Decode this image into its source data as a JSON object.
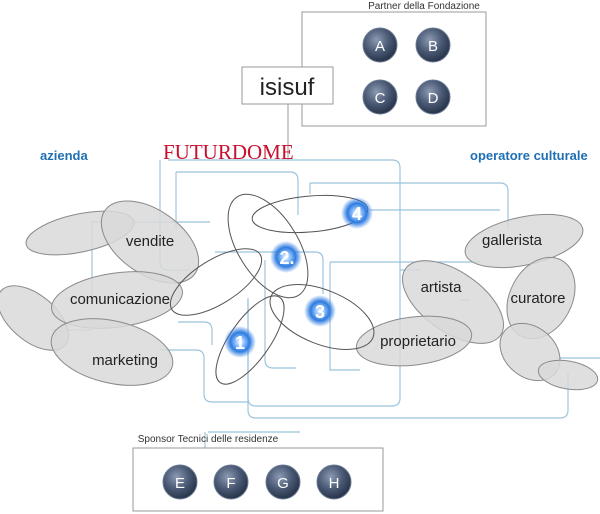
{
  "partners": {
    "title": "Partner della Fondazione",
    "circles": [
      "A",
      "B",
      "C",
      "D"
    ]
  },
  "isisuf": {
    "label": "isisuf"
  },
  "futurdome": {
    "label": "FUTURDOME",
    "color": "#c8102e"
  },
  "azienda": {
    "label": "azienda",
    "color": "#1f6fb5"
  },
  "operatore": {
    "label": "operatore culturale",
    "color": "#1f6fb5"
  },
  "azienda_items": [
    "vendite",
    "comunicazione",
    "marketing"
  ],
  "operatore_items": [
    "gallerista",
    "artista",
    "curatore",
    "proprietario"
  ],
  "phases": [
    "1",
    "2.",
    "3",
    "4"
  ],
  "sponsors": {
    "title": "Sponsor Tecnici delle residenze",
    "circles": [
      "E",
      "F",
      "G",
      "H"
    ]
  },
  "colors": {
    "line_blue": "#9cc4de",
    "ellipse_fill": "#d9d9d9",
    "ellipse_stroke": "#8a8a8a",
    "button_dark": "#3a4a63",
    "button_light": "#8a9bb5"
  }
}
